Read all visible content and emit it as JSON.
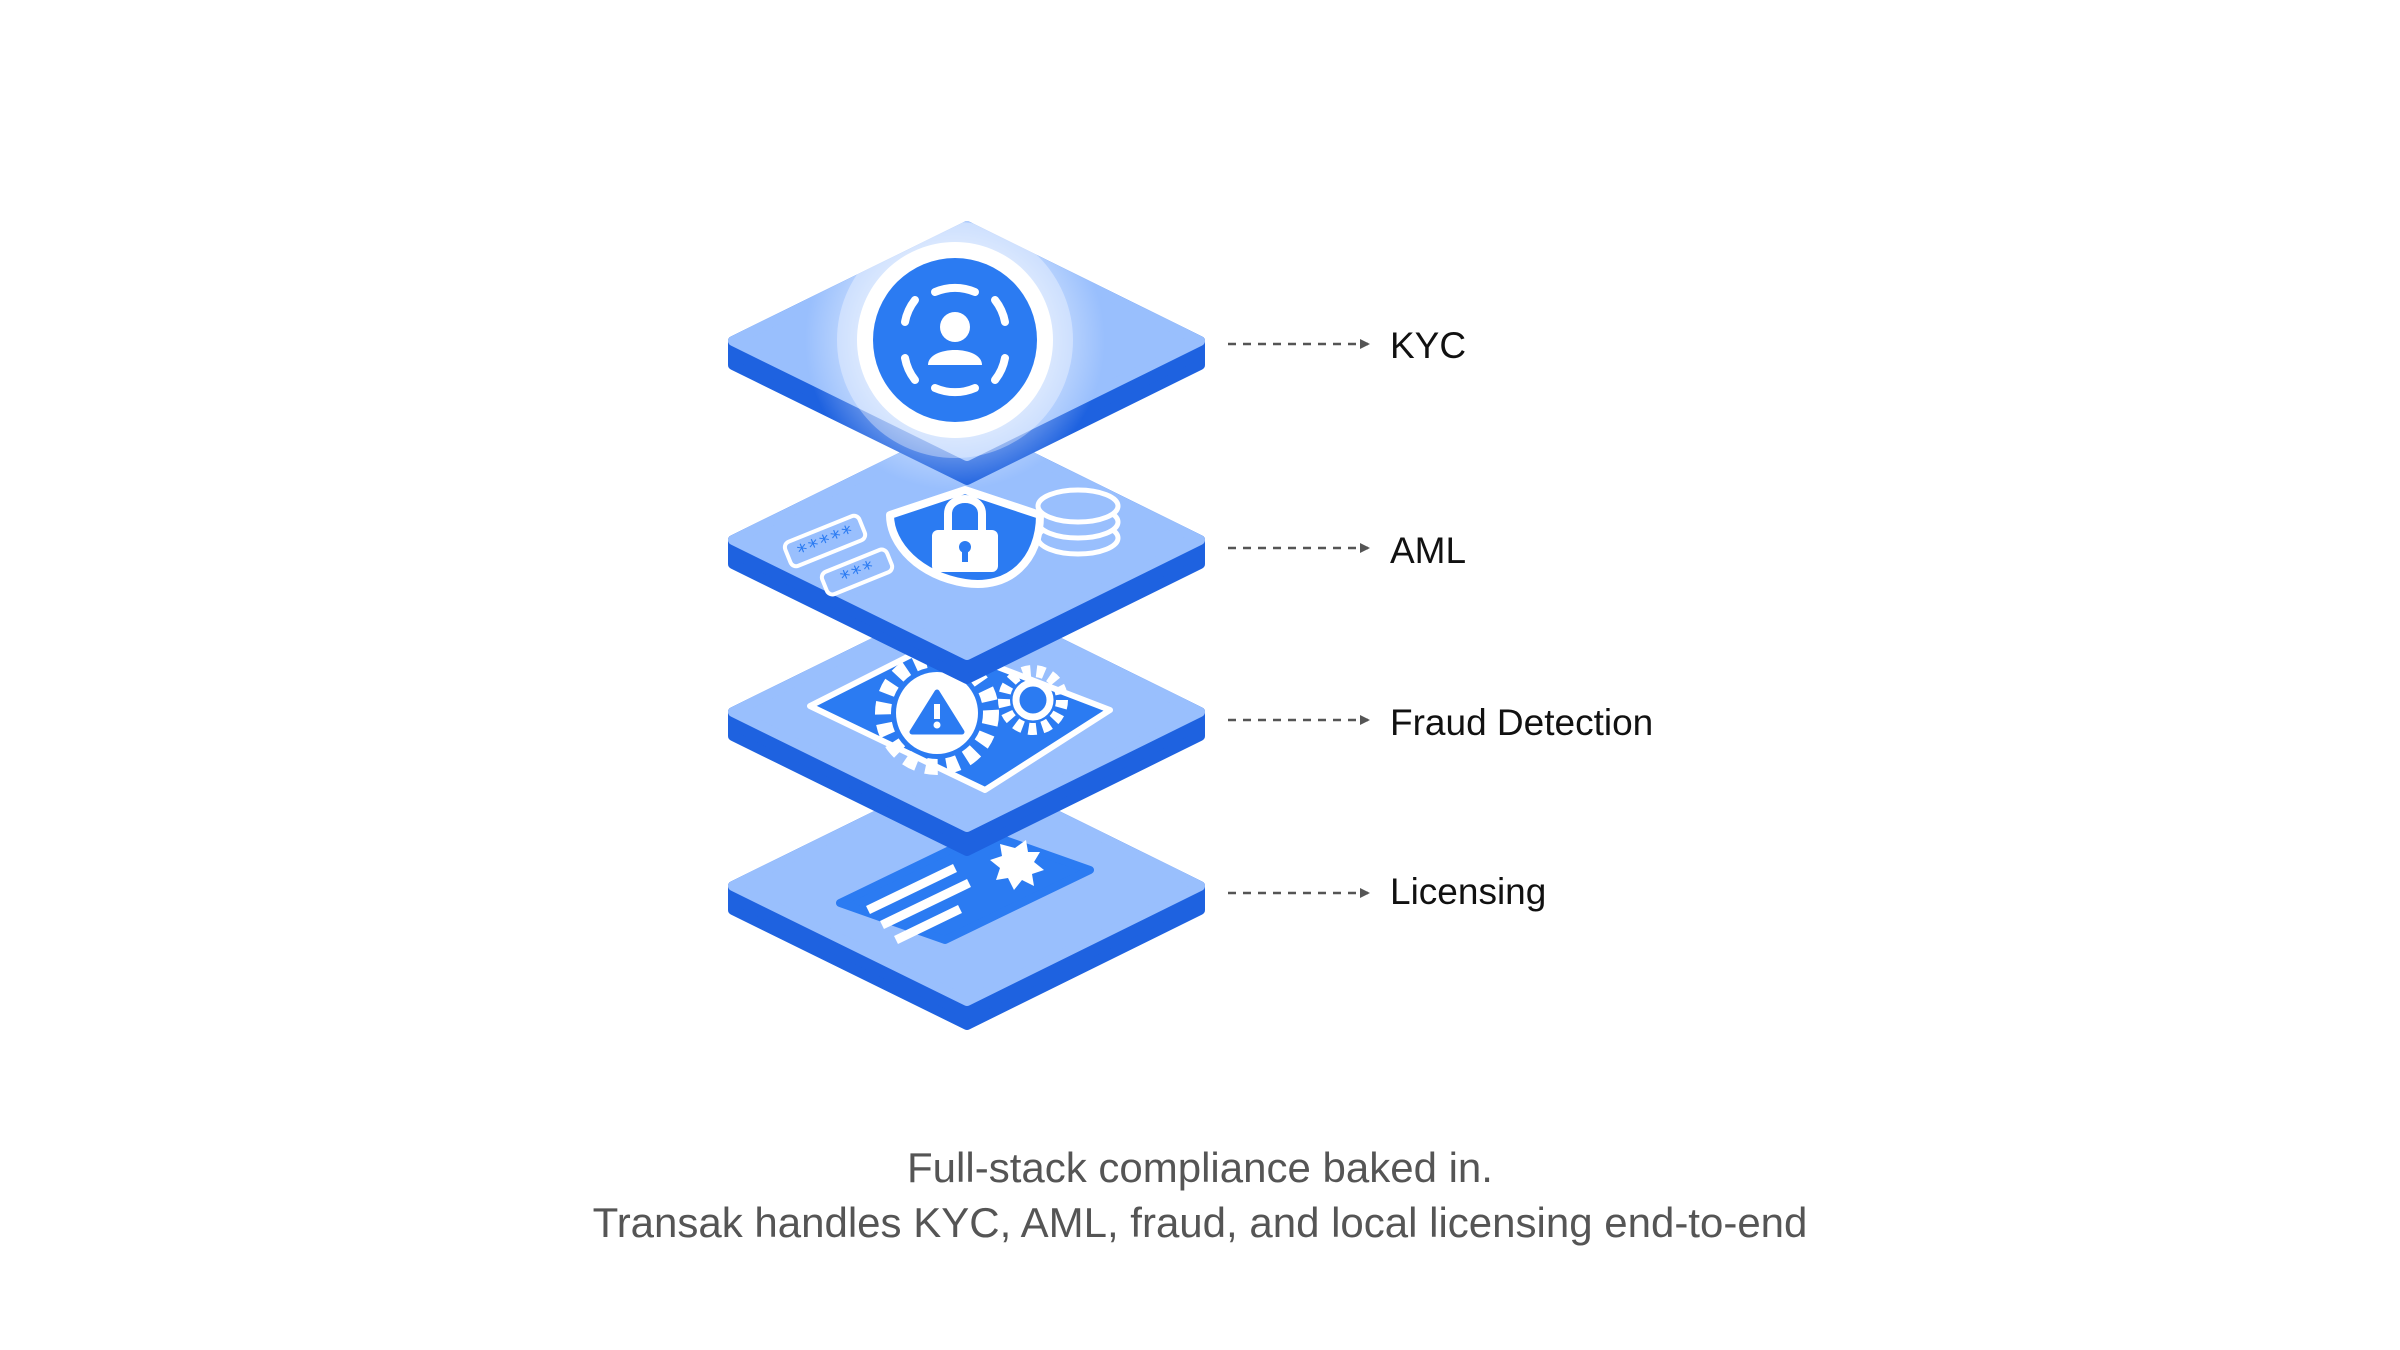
{
  "layers": [
    {
      "label": "KYC",
      "icon": "face-scan-icon"
    },
    {
      "label": "AML",
      "icon": "shield-lock-icon"
    },
    {
      "label": "Fraud Detection",
      "icon": "gear-alert-icon"
    },
    {
      "label": "Licensing",
      "icon": "certificate-icon"
    }
  ],
  "caption": {
    "line1": "Full-stack compliance baked in.",
    "line2": "Transak handles KYC, AML, fraud, and local licensing end-to-end"
  },
  "colors": {
    "tile_top": "#99BFFD",
    "tile_side": "#1E62E0",
    "icon_blue": "#2B7BF2",
    "icon_white": "#FFFFFF",
    "connector": "#555555",
    "label_text": "#111111",
    "caption_text": "#555555"
  }
}
